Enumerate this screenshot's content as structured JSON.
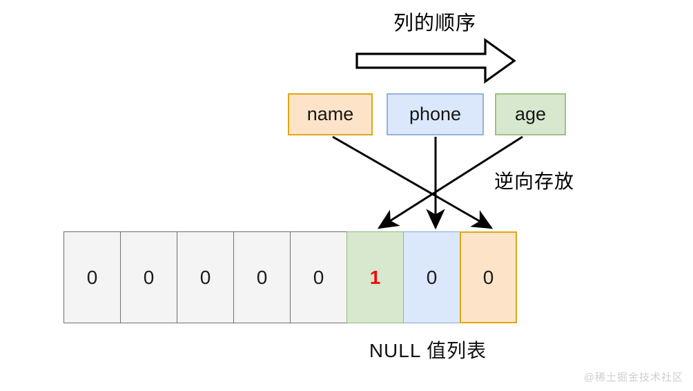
{
  "diagram": {
    "title": "列的顺序",
    "reverse_label": "逆向存放",
    "caption": "NULL 值列表",
    "watermark": "@稀土掘金技术社区",
    "column_order_arrow": "block-arrow-right",
    "columns": [
      {
        "label": "name",
        "fill": "#fde4c8",
        "border": "#e0a615"
      },
      {
        "label": "phone",
        "fill": "#dbe7fa",
        "border": "#93b2dd"
      },
      {
        "label": "age",
        "fill": "#d7e8ce",
        "border": "#9cc184"
      }
    ],
    "null_bitmap": {
      "cells": [
        {
          "value": "0",
          "variant": "empty",
          "fill": "#f4f4f4",
          "flag": false
        },
        {
          "value": "0",
          "variant": "empty",
          "fill": "#f4f4f4",
          "flag": false
        },
        {
          "value": "0",
          "variant": "empty",
          "fill": "#f4f4f4",
          "flag": false
        },
        {
          "value": "0",
          "variant": "empty",
          "fill": "#f4f4f4",
          "flag": false
        },
        {
          "value": "0",
          "variant": "empty",
          "fill": "#f4f4f4",
          "flag": false
        },
        {
          "value": "1",
          "variant": "green",
          "fill": "#d7e8ce",
          "flag": true
        },
        {
          "value": "0",
          "variant": "blue",
          "fill": "#dbe7fa",
          "flag": false
        },
        {
          "value": "0",
          "variant": "orange",
          "fill": "#fde4c8",
          "flag": false
        }
      ],
      "flag_color": "#f20a0a"
    },
    "mappings": [
      {
        "from": "name",
        "to_cell_index": 7
      },
      {
        "from": "phone",
        "to_cell_index": 6
      },
      {
        "from": "age",
        "to_cell_index": 5
      }
    ]
  }
}
